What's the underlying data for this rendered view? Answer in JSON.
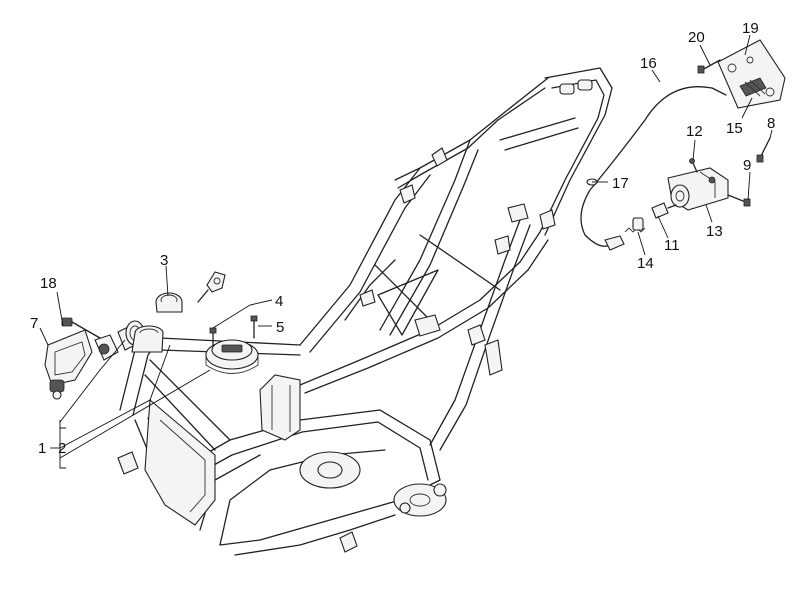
{
  "callouts": {
    "c1": "1",
    "c2": "2",
    "c3": "3",
    "c4": "4",
    "c5": "5",
    "c7": "7",
    "c8": "8",
    "c9": "9",
    "c11": "11",
    "c12": "12",
    "c13": "13",
    "c14": "14",
    "c15": "15",
    "c16": "16",
    "c17": "17",
    "c18": "18",
    "c19": "19",
    "c20": "20"
  },
  "colors": {
    "line": "#222222",
    "background": "#ffffff"
  }
}
